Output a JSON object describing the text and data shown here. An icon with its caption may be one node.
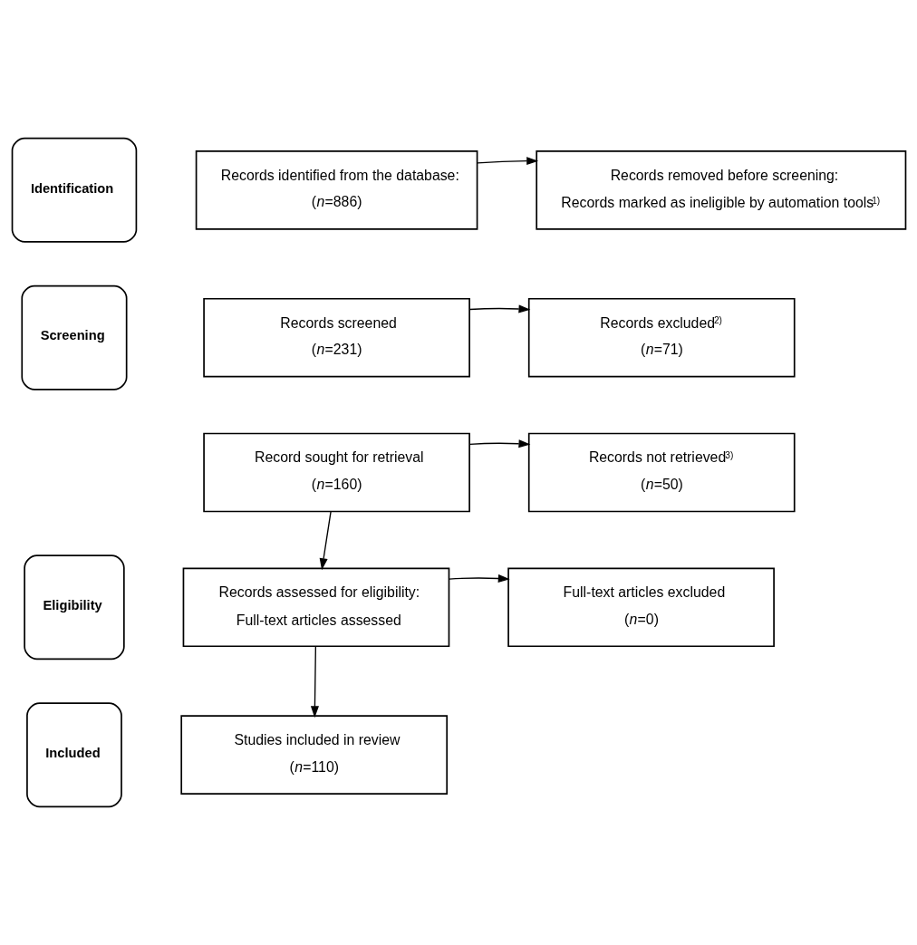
{
  "diagram": {
    "nodes": [
      {
        "text": [
          "Identification"
        ]
      },
      {
        "text": [
          "Records identified from the database:",
          "(*n*=886)"
        ]
      },
      {
        "text": [
          "Records removed before screening:",
          "Records marked as ineligible by automation tools$^{1)}$"
        ]
      },
      {
        "text": [
          "Screening"
        ]
      },
      {
        "text": [
          "Records screened",
          "(*n*=231)"
        ]
      },
      {
        "text": [
          "Records excluded$^{2)}$",
          "(*n*=71)"
        ]
      },
      {
        "text": [
          "Record sought for retrieval",
          "(*n*=160)"
        ]
      },
      {
        "text": [
          "Records not retrieved$^{3)}$",
          "(*n*=50)"
        ]
      },
      {
        "text": [
          "Eligibility"
        ]
      },
      {
        "text": [
          "Records assessed for eligibility:",
          "Full-text articles assessed"
        ]
      },
      {
        "text": [
          "Full-text articles excluded",
          "(*n*=0)"
        ]
      },
      {
        "text": [
          "Included"
        ]
      },
      {
        "text": [
          "Studies included in review",
          "(*n*=110)"
        ]
      }
    ],
    "edges": [
      {
        "from": 1,
        "to": 2,
        "arrow": "to"
      },
      {
        "from": 4,
        "to": 5,
        "arrow": "to"
      },
      {
        "from": 6,
        "to": 7,
        "arrow": "to"
      },
      {
        "from": 6,
        "to": 9,
        "arrow": "to"
      },
      {
        "from": 9,
        "to": 10,
        "arrow": "to"
      },
      {
        "from": 9,
        "to": 12,
        "arrow": "to"
      }
    ]
  }
}
